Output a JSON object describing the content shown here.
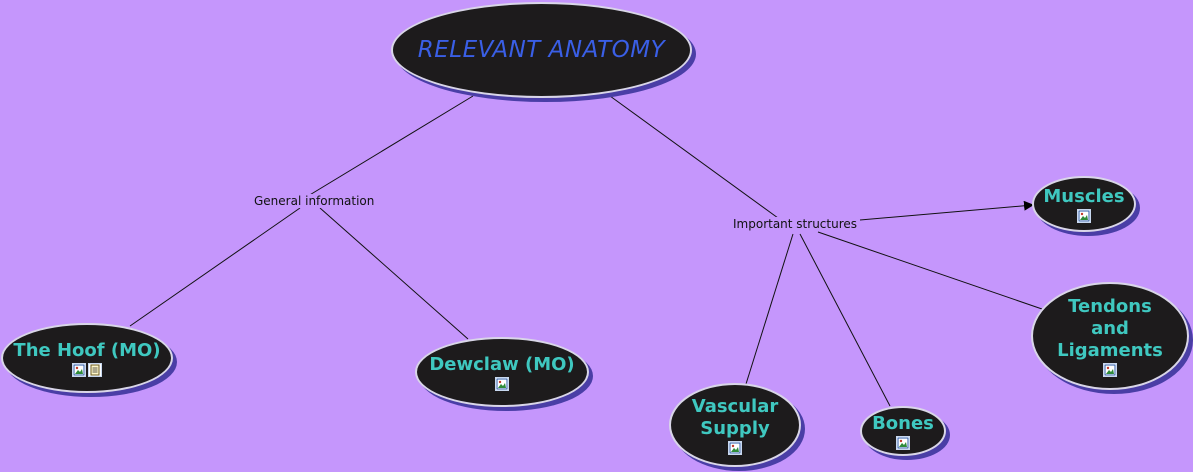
{
  "root": {
    "label": "RELEVANT ANATOMY"
  },
  "links": {
    "general": "General information",
    "structures": "Important structures"
  },
  "nodes": {
    "hoof": {
      "label": "The Hoof (MO)",
      "icons": [
        "image-icon",
        "document-icon"
      ]
    },
    "dewclaw": {
      "label": "Dewclaw (MO)",
      "icons": [
        "image-icon"
      ]
    },
    "muscles": {
      "label": "Muscles",
      "icons": [
        "image-icon"
      ]
    },
    "tendons": {
      "label": "Tendons\nand\nLigaments",
      "icons": [
        "image-icon"
      ]
    },
    "vascular": {
      "label": "Vascular\nSupply",
      "icons": [
        "image-icon"
      ]
    },
    "bones": {
      "label": "Bones",
      "icons": [
        "image-icon"
      ]
    }
  },
  "colors": {
    "background": "#c596fc",
    "node_fill": "#1d1b1c",
    "node_text": "#3fc8c0",
    "root_text": "#3a5fe6",
    "shadow": "#4a3ea6"
  }
}
